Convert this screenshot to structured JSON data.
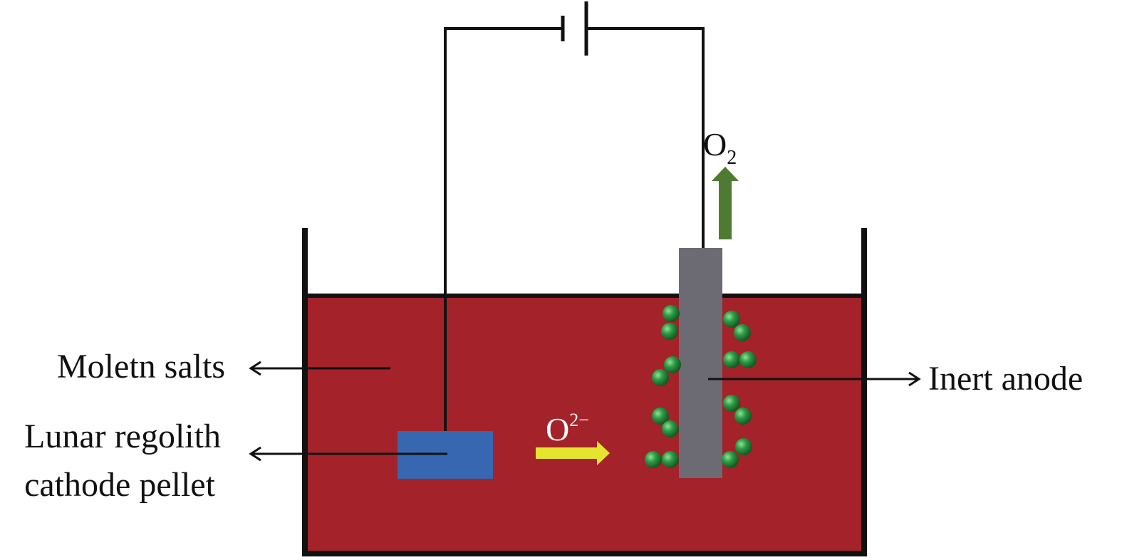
{
  "labels": {
    "molten_salts": "Moletn salts",
    "cathode_line1": "Lunar regolith",
    "cathode_line2": "cathode pellet",
    "inert_anode": "Inert anode",
    "oxide_ion_base": "O",
    "oxide_ion_sup": "2−",
    "oxygen_base": "O",
    "oxygen_sub": "2"
  },
  "colors": {
    "molten_salt": "#a4222a",
    "cathode_pellet": "#3767b0",
    "anode": "#6c6b73",
    "oxygen_arrow": "#4e7b31",
    "ion_arrow": "#e4e52c",
    "bubble": "#2e9a45",
    "wire": "#111111"
  },
  "icons": {
    "battery": "battery-icon",
    "bubble": "oxygen-bubble-icon"
  }
}
